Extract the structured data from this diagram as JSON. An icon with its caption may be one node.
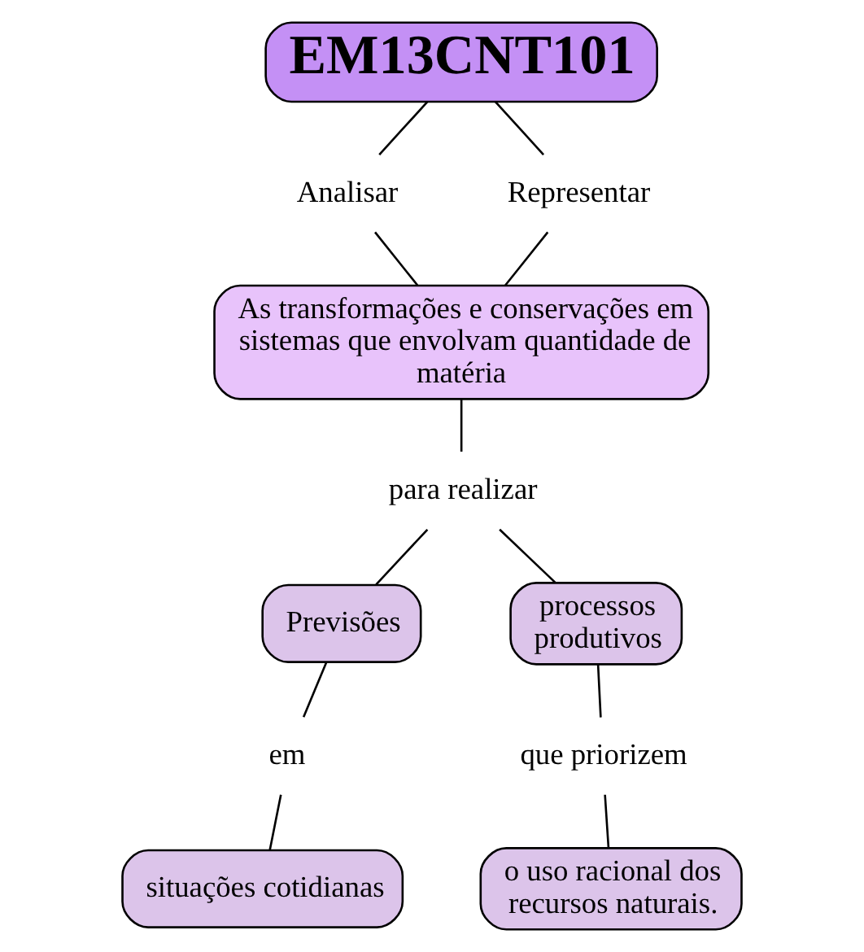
{
  "diagram": {
    "nodes": [
      {
        "text": [
          "EM13CNT101"
        ]
      },
      {
        "text": [
          "Analisar"
        ]
      },
      {
        "text": [
          "Representar"
        ]
      },
      {
        "text": [
          "As transformações e conservações em sistemas que envolvam quantidade de matéria"
        ]
      },
      {
        "text": [
          "para realizar"
        ]
      },
      {
        "text": [
          "Previsões"
        ]
      },
      {
        "text": [
          "processos produtivos"
        ]
      },
      {
        "text": [
          "em"
        ]
      },
      {
        "text": [
          "que priorizem"
        ]
      },
      {
        "text": [
          "situações cotidianas"
        ]
      },
      {
        "text": [
          "o uso racional dos recursos naturais."
        ]
      }
    ],
    "edges": [
      {
        "from": 0,
        "to": 1,
        "arrow": "none"
      },
      {
        "from": 0,
        "to": 2,
        "arrow": "none"
      },
      {
        "from": 1,
        "to": 3,
        "arrow": "none"
      },
      {
        "from": 2,
        "to": 3,
        "arrow": "none"
      },
      {
        "from": 3,
        "to": 4,
        "arrow": "none"
      },
      {
        "from": 4,
        "to": 5,
        "arrow": "none"
      },
      {
        "from": 4,
        "to": 6,
        "arrow": "none"
      },
      {
        "from": 5,
        "to": 7,
        "arrow": "none"
      },
      {
        "from": 6,
        "to": 8,
        "arrow": "none"
      },
      {
        "from": 7,
        "to": 9,
        "arrow": "none"
      },
      {
        "from": 8,
        "to": 10,
        "arrow": "none"
      }
    ]
  }
}
